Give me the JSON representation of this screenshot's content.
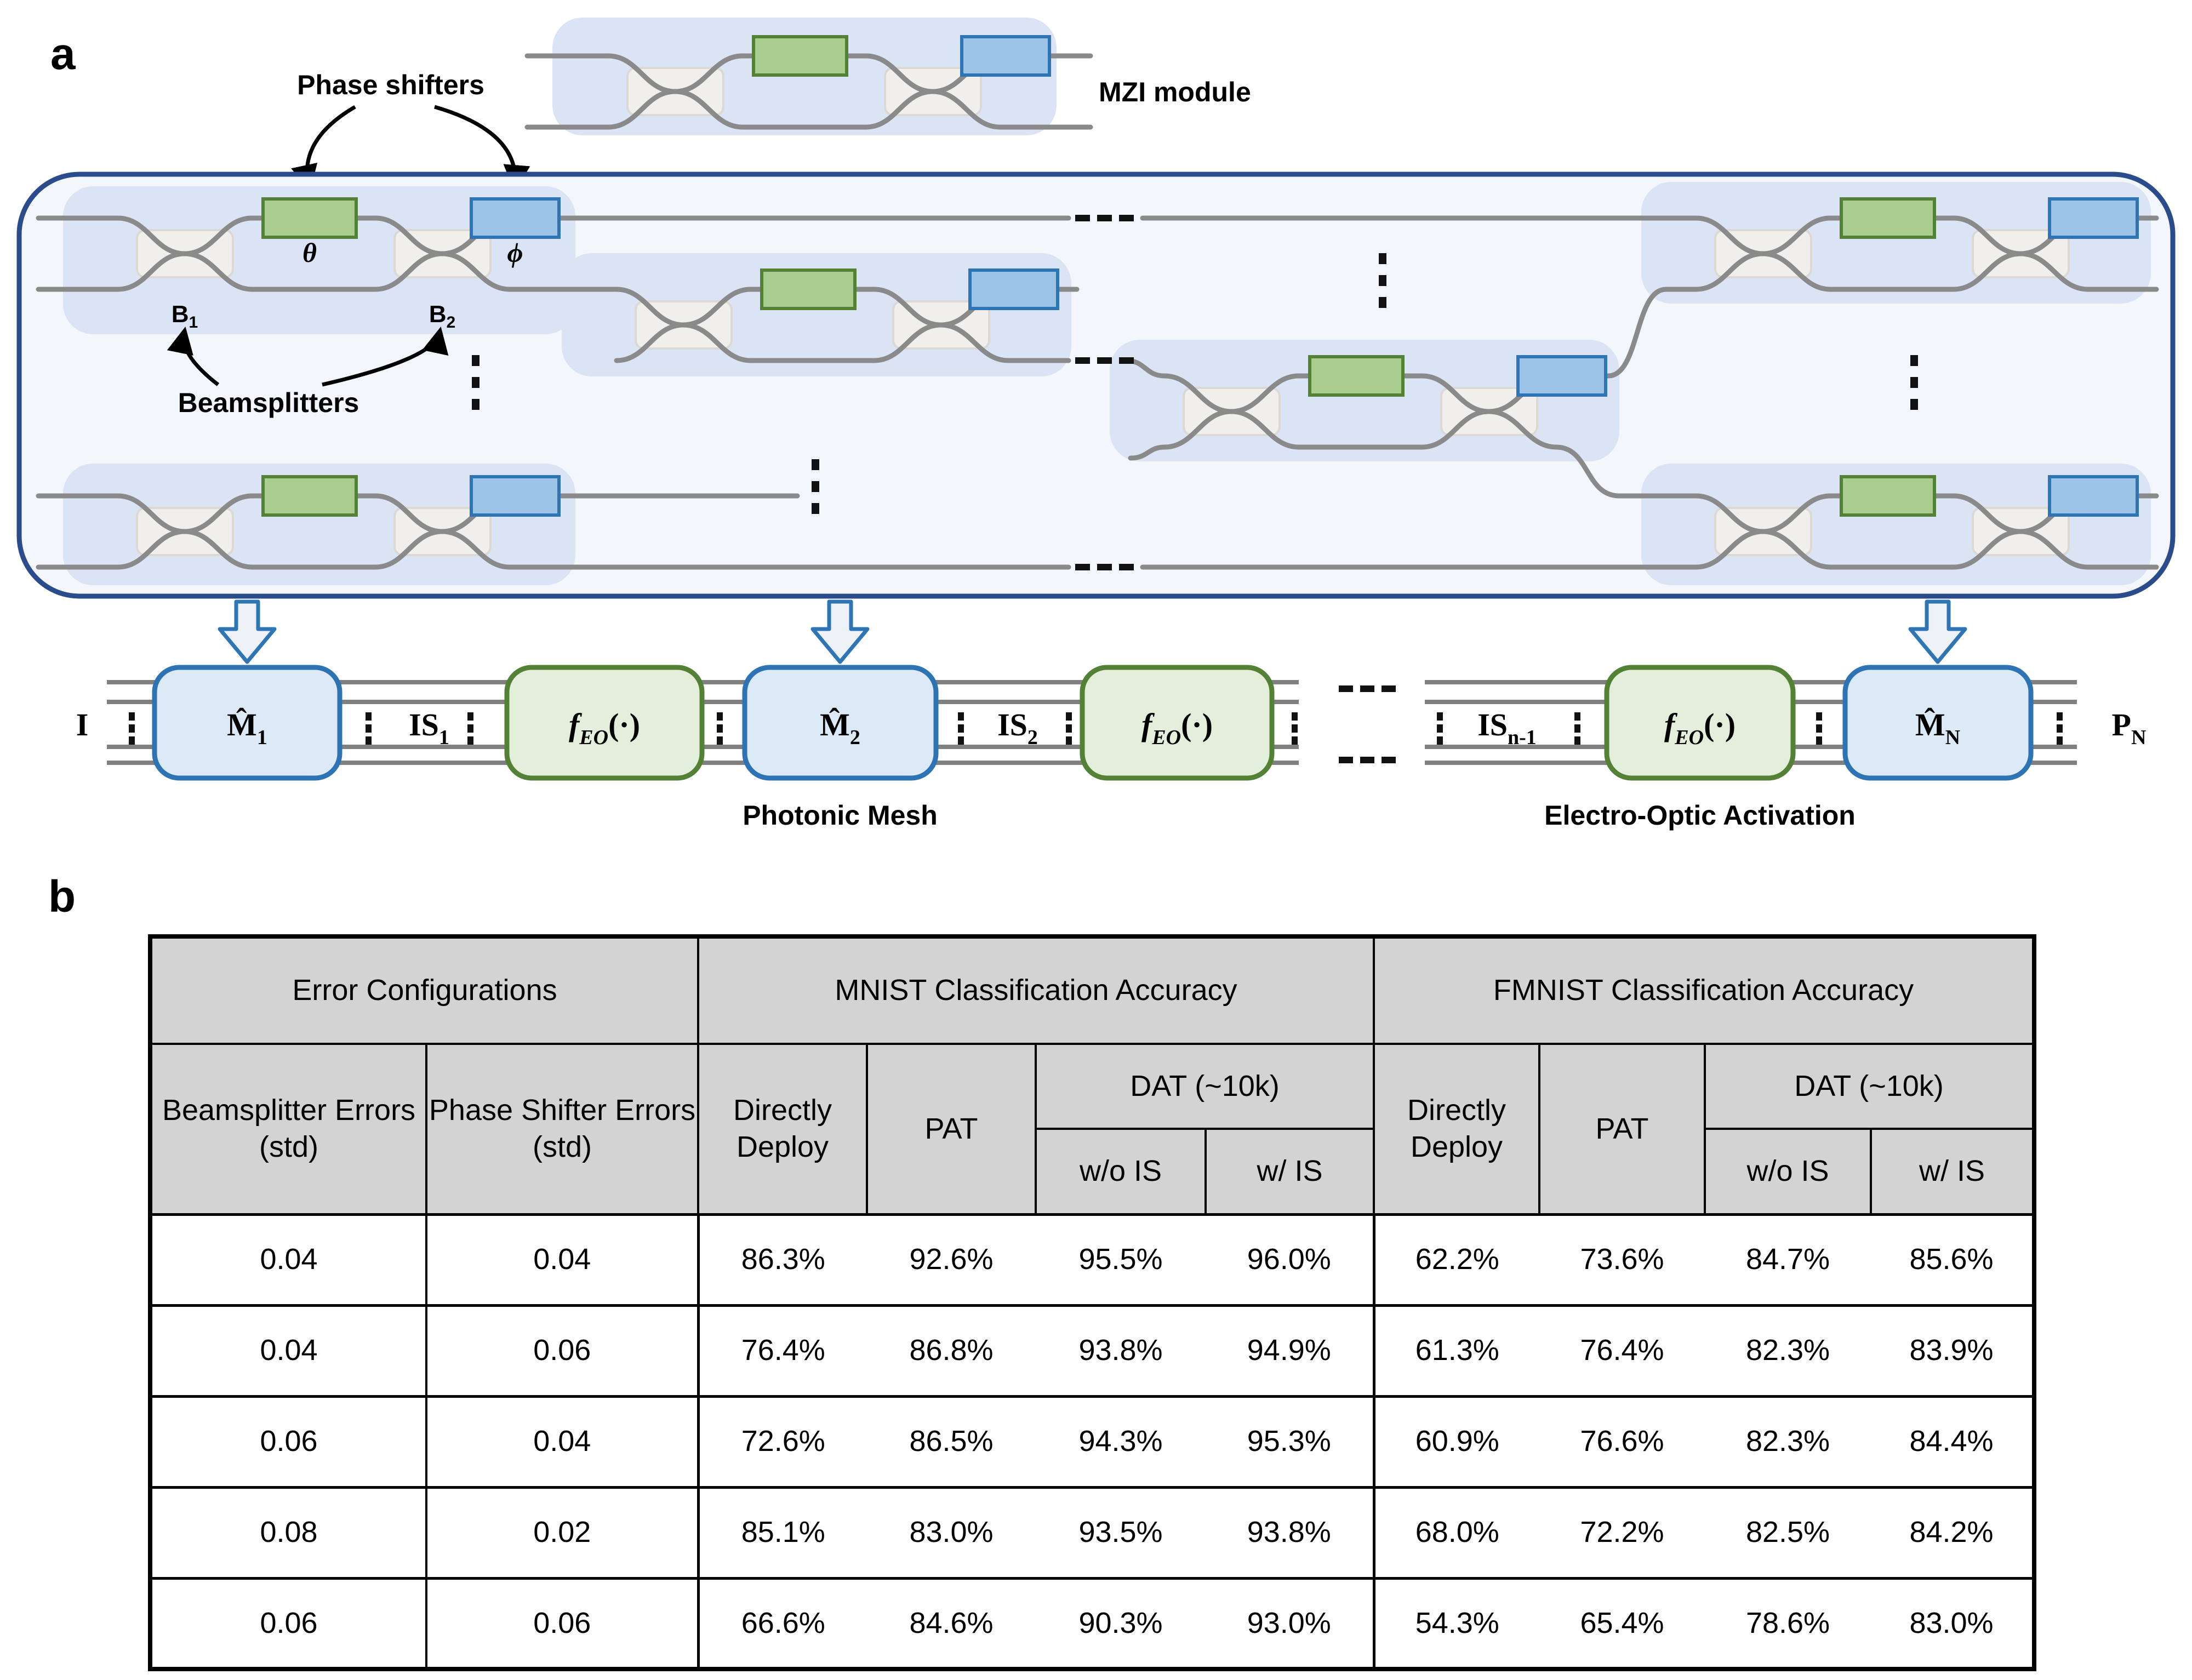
{
  "panel_a": {
    "label": "a",
    "mzi_module_label": "MZI module",
    "phase_shifters_label": "Phase shifters",
    "beamsplitters_label": "Beamsplitters",
    "theta": "θ",
    "phi": "ϕ",
    "b1": {
      "main": "B",
      "sub": "1"
    },
    "b2": {
      "main": "B",
      "sub": "2"
    },
    "flow": {
      "input": "I",
      "m1": {
        "main": "M̂",
        "sub": "1"
      },
      "is1": {
        "main": "IS",
        "sub": "1"
      },
      "feo": {
        "f": "f",
        "sub": "EO",
        "args": "(·)"
      },
      "m2": {
        "main": "M̂",
        "sub": "2"
      },
      "is2": {
        "main": "IS",
        "sub": "2"
      },
      "isn1": {
        "main": "IS",
        "sub": "n-1"
      },
      "mn": {
        "main": "M̂",
        "sub": "N"
      },
      "pn": {
        "main": "P",
        "sub": "N"
      },
      "photonic_mesh": "Photonic Mesh",
      "eo_activation": "Electro-Optic Activation"
    },
    "colors": {
      "mesh_border": "#2b4c8c",
      "blue_accent": "#2e75b6",
      "green_accent": "#538135"
    }
  },
  "panel_b": {
    "label": "b",
    "table": {
      "groups": {
        "error": "Error Configurations",
        "mnist": "MNIST Classification Accuracy",
        "fmnist": "FMNIST Classification Accuracy"
      },
      "cols": {
        "bs": "Beamsplitter Errors (std)",
        "ps": "Phase Shifter Errors (std)",
        "dd": "Directly Deploy",
        "pat": "PAT",
        "dat": "DAT (~10k)",
        "wo": "w/o IS",
        "w": "w/ IS"
      },
      "rows": [
        [
          "0.04",
          "0.04",
          "86.3%",
          "92.6%",
          "95.5%",
          "96.0%",
          "62.2%",
          "73.6%",
          "84.7%",
          "85.6%"
        ],
        [
          "0.04",
          "0.06",
          "76.4%",
          "86.8%",
          "93.8%",
          "94.9%",
          "61.3%",
          "76.4%",
          "82.3%",
          "83.9%"
        ],
        [
          "0.06",
          "0.04",
          "72.6%",
          "86.5%",
          "94.3%",
          "95.3%",
          "60.9%",
          "76.6%",
          "82.3%",
          "84.4%"
        ],
        [
          "0.08",
          "0.02",
          "85.1%",
          "83.0%",
          "93.5%",
          "93.8%",
          "68.0%",
          "72.2%",
          "82.5%",
          "84.2%"
        ],
        [
          "0.06",
          "0.06",
          "66.6%",
          "84.6%",
          "90.3%",
          "93.0%",
          "54.3%",
          "65.4%",
          "78.6%",
          "83.0%"
        ]
      ]
    }
  }
}
